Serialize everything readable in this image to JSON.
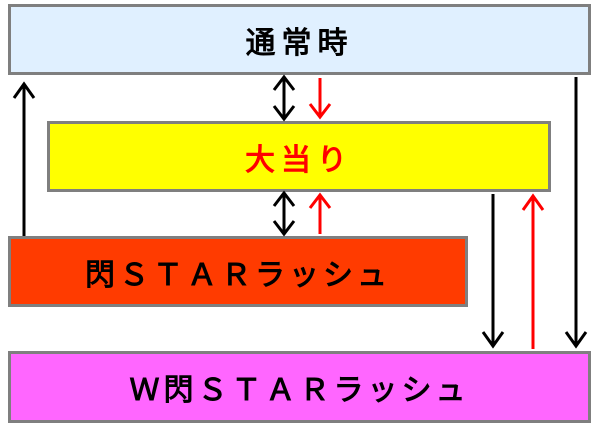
{
  "boxes": {
    "normal": "通常時",
    "jackpot": "大当り",
    "rush": "閃ＳＴＡＲラッシュ",
    "wrush": "Ｗ閃ＳＴＡＲラッシュ"
  },
  "colors": {
    "normal_bg": "#e0f0ff",
    "jackpot_bg": "#ffff00",
    "jackpot_text": "#ff0000",
    "rush_bg": "#ff3b00",
    "wrush_bg": "#ff66ff",
    "arrow_black": "#000000",
    "arrow_red": "#ff0000"
  }
}
